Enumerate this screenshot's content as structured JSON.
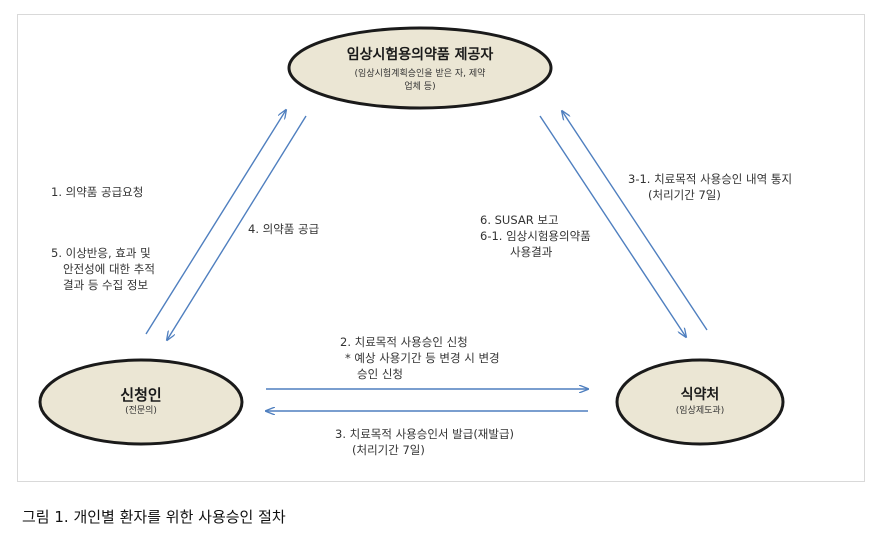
{
  "nodes": {
    "supplier": {
      "title": "임상시험용의약품 제공자",
      "sub_line1": "(임상시험계획승인을 받은 자, 제약",
      "sub_line2": "업체 등)"
    },
    "applicant": {
      "title": "신청인",
      "sub": "(전문의)"
    },
    "mfds": {
      "title": "식약처",
      "sub": "(임상제도과)"
    }
  },
  "labels": {
    "step1": "1. 의약품 공급요청",
    "step5_l1": "5. 이상반응, 효과 및",
    "step5_l2": "안전성에 대한 추적",
    "step5_l3": "결과 등 수집 정보",
    "step4": "4. 의약품 공급",
    "step6_l1": "6.   SUSAR 보고",
    "step6_l2": "6-1. 임상시험용의약품",
    "step6_l3": "사용결과",
    "step31_l1": "3-1. 치료목적 사용승인 내역 통지",
    "step31_l2": "(처리기간 7일)",
    "step2_l1": "2. 치료목적 사용승인 신청",
    "step2_l2": "* 예상 사용기간 등 변경 시 변경",
    "step2_l3": "승인 신청",
    "step3_l1": "3. 치료목적 사용승인서 발급(재발급)",
    "step3_l2": "(처리기간 7일)"
  },
  "caption": "그림 1. 개인별 환자를 위한 사용승인 절차",
  "colors": {
    "node_fill": "#ebe6d4",
    "node_stroke": "#1a1a1a",
    "arrow": "#4f7fbf"
  }
}
